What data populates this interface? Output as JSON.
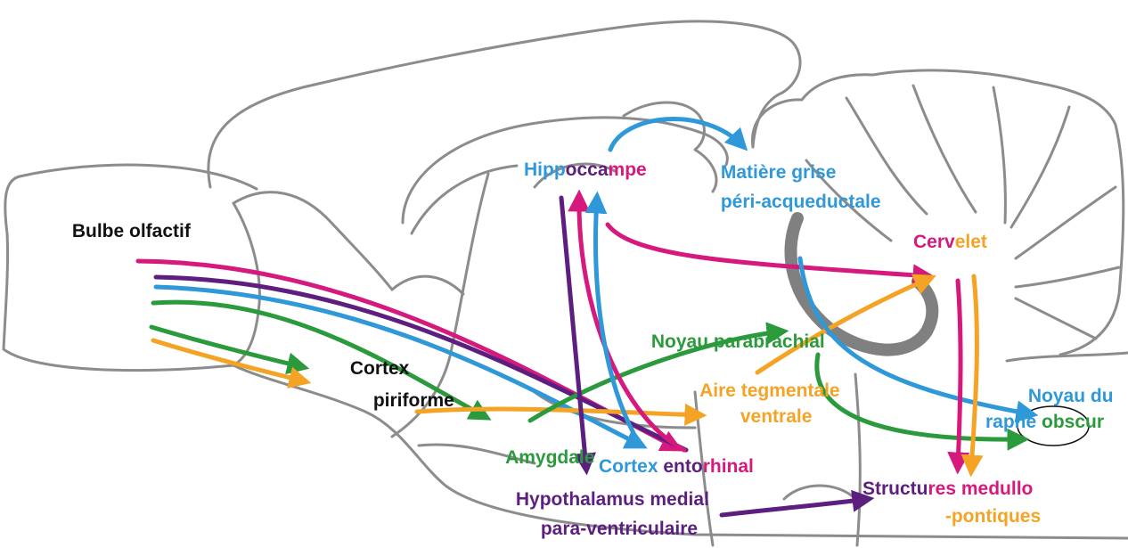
{
  "palette": {
    "black": "#111111",
    "blue": "#2f98d8",
    "magenta": "#d6197c",
    "purple": "#5c1f80",
    "green": "#2b9a3c",
    "orange": "#f4a324",
    "outline": "#8c8c8c",
    "grey_matter": "#6a6a6a"
  },
  "labels": {
    "bulbe_olfactif": [
      {
        "text": "Bulbe olfactif",
        "color": "black"
      }
    ],
    "cortex_piriforme_l1": [
      {
        "text": "Cortex",
        "color": "black"
      }
    ],
    "cortex_piriforme_l2": [
      {
        "text": "piriforme",
        "color": "black"
      }
    ],
    "hippocampe": [
      {
        "text": "Hipp",
        "color": "blue"
      },
      {
        "text": "occa",
        "color": "purple"
      },
      {
        "text": "mpe",
        "color": "magenta"
      }
    ],
    "matiere_grise_l1": [
      {
        "text": "Matière grise",
        "color": "blue"
      }
    ],
    "matiere_grise_l2": [
      {
        "text": "péri-acqueductale",
        "color": "blue"
      }
    ],
    "cervelet": [
      {
        "text": "Cerv",
        "color": "magenta"
      },
      {
        "text": "elet",
        "color": "orange"
      }
    ],
    "noyau_parabrachial": [
      {
        "text": "Noyau parabrachial",
        "color": "green"
      }
    ],
    "aire_tegmentale_l1": [
      {
        "text": "Aire tegmentale",
        "color": "orange"
      }
    ],
    "aire_tegmentale_l2": [
      {
        "text": "ventrale",
        "color": "orange"
      }
    ],
    "noyau_raphe_l1": [
      {
        "text": "Noyau du",
        "color": "blue"
      }
    ],
    "noyau_raphe_l2": [
      {
        "text": "raphé ",
        "color": "blue"
      },
      {
        "text": "obscur",
        "color": "green"
      }
    ],
    "amygdale": [
      {
        "text": "Amygdale",
        "color": "green"
      }
    ],
    "cortex_entorhinal": [
      {
        "text": "Cortex ",
        "color": "blue"
      },
      {
        "text": "ento",
        "color": "purple"
      },
      {
        "text": "rhinal",
        "color": "magenta"
      }
    ],
    "hypothalamus_l1": [
      {
        "text": "Hypothalamus medial",
        "color": "purple"
      }
    ],
    "hypothalamus_l2": [
      {
        "text": "para-ventriculaire",
        "color": "purple"
      }
    ],
    "structures_l1": [
      {
        "text": "Structu",
        "color": "purple"
      },
      {
        "text": "res medullo",
        "color": "magenta"
      }
    ],
    "structures_l2": [
      {
        "text": "-pontiques",
        "color": "orange"
      }
    ]
  }
}
